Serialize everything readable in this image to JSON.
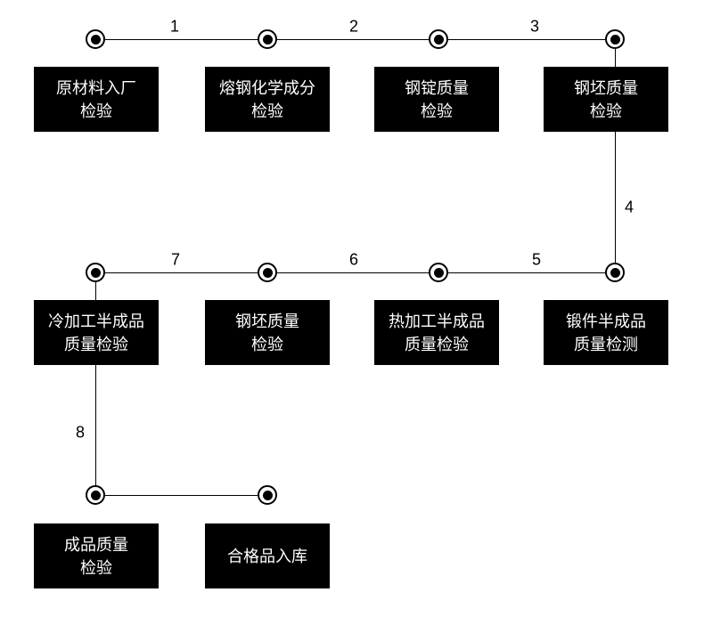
{
  "diagram": {
    "stations": [
      {
        "id": "raw-material-incoming-inspection",
        "lines": [
          "原材料入厂",
          "检验"
        ]
      },
      {
        "id": "molten-steel-chemical-inspection",
        "lines": [
          "熔钢化学成分",
          "检验"
        ]
      },
      {
        "id": "steel-ingot-quality-inspection",
        "lines": [
          "钢锭质量",
          "检验"
        ]
      },
      {
        "id": "steel-billet-quality-inspection-top",
        "lines": [
          "钢坯质量",
          "检验"
        ]
      },
      {
        "id": "cold-worked-semifinished-inspection",
        "lines": [
          "冷加工半成品",
          "质量检验"
        ]
      },
      {
        "id": "steel-billet-quality-inspection-mid",
        "lines": [
          "钢坯质量",
          "检验"
        ]
      },
      {
        "id": "hot-worked-semifinished-inspection",
        "lines": [
          "热加工半成品",
          "质量检验"
        ]
      },
      {
        "id": "forging-semifinished-testing",
        "lines": [
          "锻件半成品",
          "质量检测"
        ]
      },
      {
        "id": "finished-product-quality-inspection",
        "lines": [
          "成品质量",
          "检验"
        ]
      },
      {
        "id": "qualified-product-warehousing",
        "lines": [
          "合格品入库"
        ]
      }
    ],
    "edge_labels": [
      "1",
      "2",
      "3",
      "4",
      "5",
      "6",
      "7",
      "8"
    ],
    "colors": {
      "background": "#ffffff",
      "box_bg": "#000000",
      "box_text": "#ffffff",
      "line": "#000000",
      "label_text": "#000000"
    }
  }
}
